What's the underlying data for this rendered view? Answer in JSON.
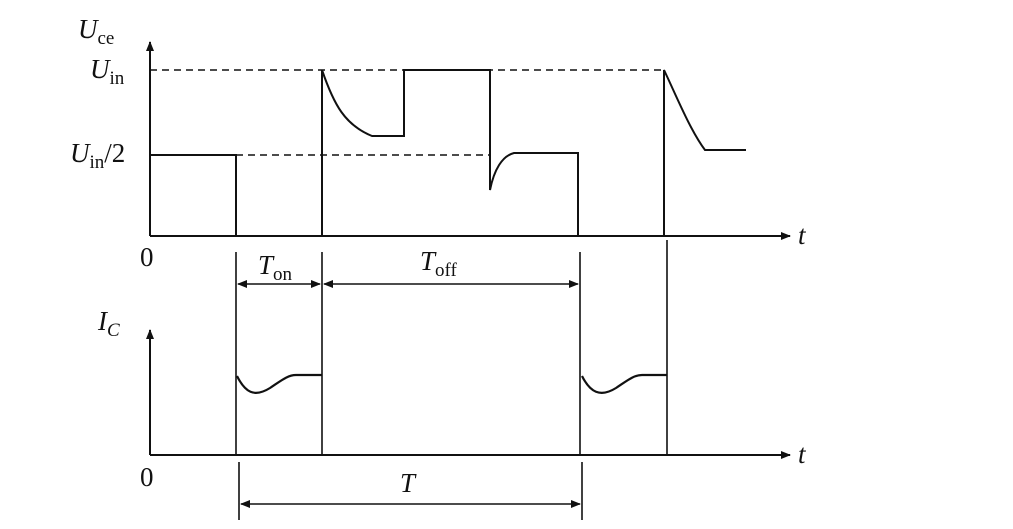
{
  "colors": {
    "ink": "#111111",
    "background": "#ffffff"
  },
  "top": {
    "axis_var": "U",
    "axis_sub": "ce",
    "level_high_var": "U",
    "level_high_sub": "in",
    "level_mid_var": "U",
    "level_mid_sub": "in",
    "level_mid_suffix": "/2",
    "time_label": "t",
    "origin_label": "0"
  },
  "intervals": {
    "on_var": "T",
    "on_sub": "on",
    "off_var": "T",
    "off_sub": "off",
    "period_label": "T"
  },
  "bottom": {
    "axis_var": "I",
    "axis_sub": "C",
    "time_label": "t",
    "origin_label": "0"
  }
}
